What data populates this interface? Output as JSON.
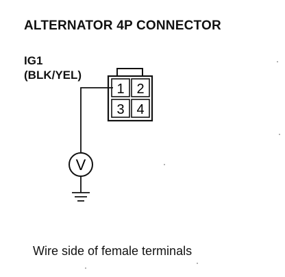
{
  "title": "ALTERNATOR 4P CONNECTOR",
  "wire": {
    "circuit": "IG1",
    "color": "(BLK/YEL)"
  },
  "connector": {
    "terminals": [
      "1",
      "2",
      "3",
      "4"
    ]
  },
  "meter": {
    "symbol": "V"
  },
  "caption": "Wire side of female terminals"
}
